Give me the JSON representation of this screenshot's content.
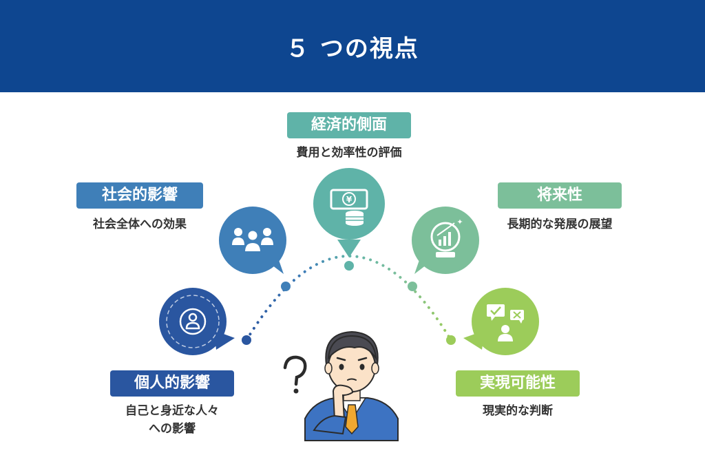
{
  "header": {
    "title": "５ つの視点"
  },
  "viewpoints": [
    {
      "label": "経済的側面",
      "description": "費用と効率性の評価",
      "color": "#5fb3a8"
    },
    {
      "label": "社会的影響",
      "description": "社会全体への効果",
      "color": "#3f7fb8"
    },
    {
      "label": "将来性",
      "description": "長期的な発展の展望",
      "color": "#7cbf9a"
    },
    {
      "label": "個人的影響",
      "description": "自己と身近な人々",
      "description2": "への影響",
      "color": "#2a56a0"
    },
    {
      "label": "実現可能性",
      "description": "現実的な判断",
      "color": "#9ccc5a"
    }
  ],
  "icons": {
    "economic": "money-coins-icon",
    "social": "group-people-icon",
    "future": "growth-chart-globe-icon",
    "personal": "person-icon",
    "feasibility": "check-cross-person-icon",
    "thinker": "thinking-businessman-icon",
    "question": "question-mark-icon"
  },
  "glyphs": {
    "yen": "¥"
  }
}
